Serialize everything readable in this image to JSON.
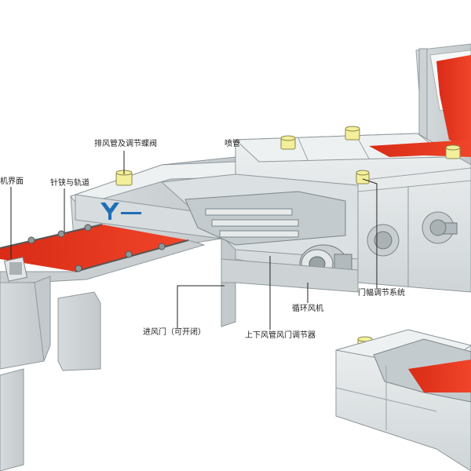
{
  "labels": {
    "exhaust_duct": "排风管及调节蝶阀",
    "spray_pipe": "喷管",
    "hmi": "机界面",
    "needle_chain": "针铗与轨道",
    "air_inlet_door": "进风门（可开闭）",
    "upper_lower_duct": "上下风管风门调节器",
    "circ_fan": "循环风机",
    "door_width_adjust": "门幅调节系统"
  },
  "colors": {
    "fabric": "#e8341c",
    "machine_body": "#dfe3e4",
    "machine_edge": "#9aa3a6",
    "logo": "#1f6fb8",
    "valve": "#f3ef9a"
  },
  "icons": {
    "logo": "company-logo-icon"
  }
}
